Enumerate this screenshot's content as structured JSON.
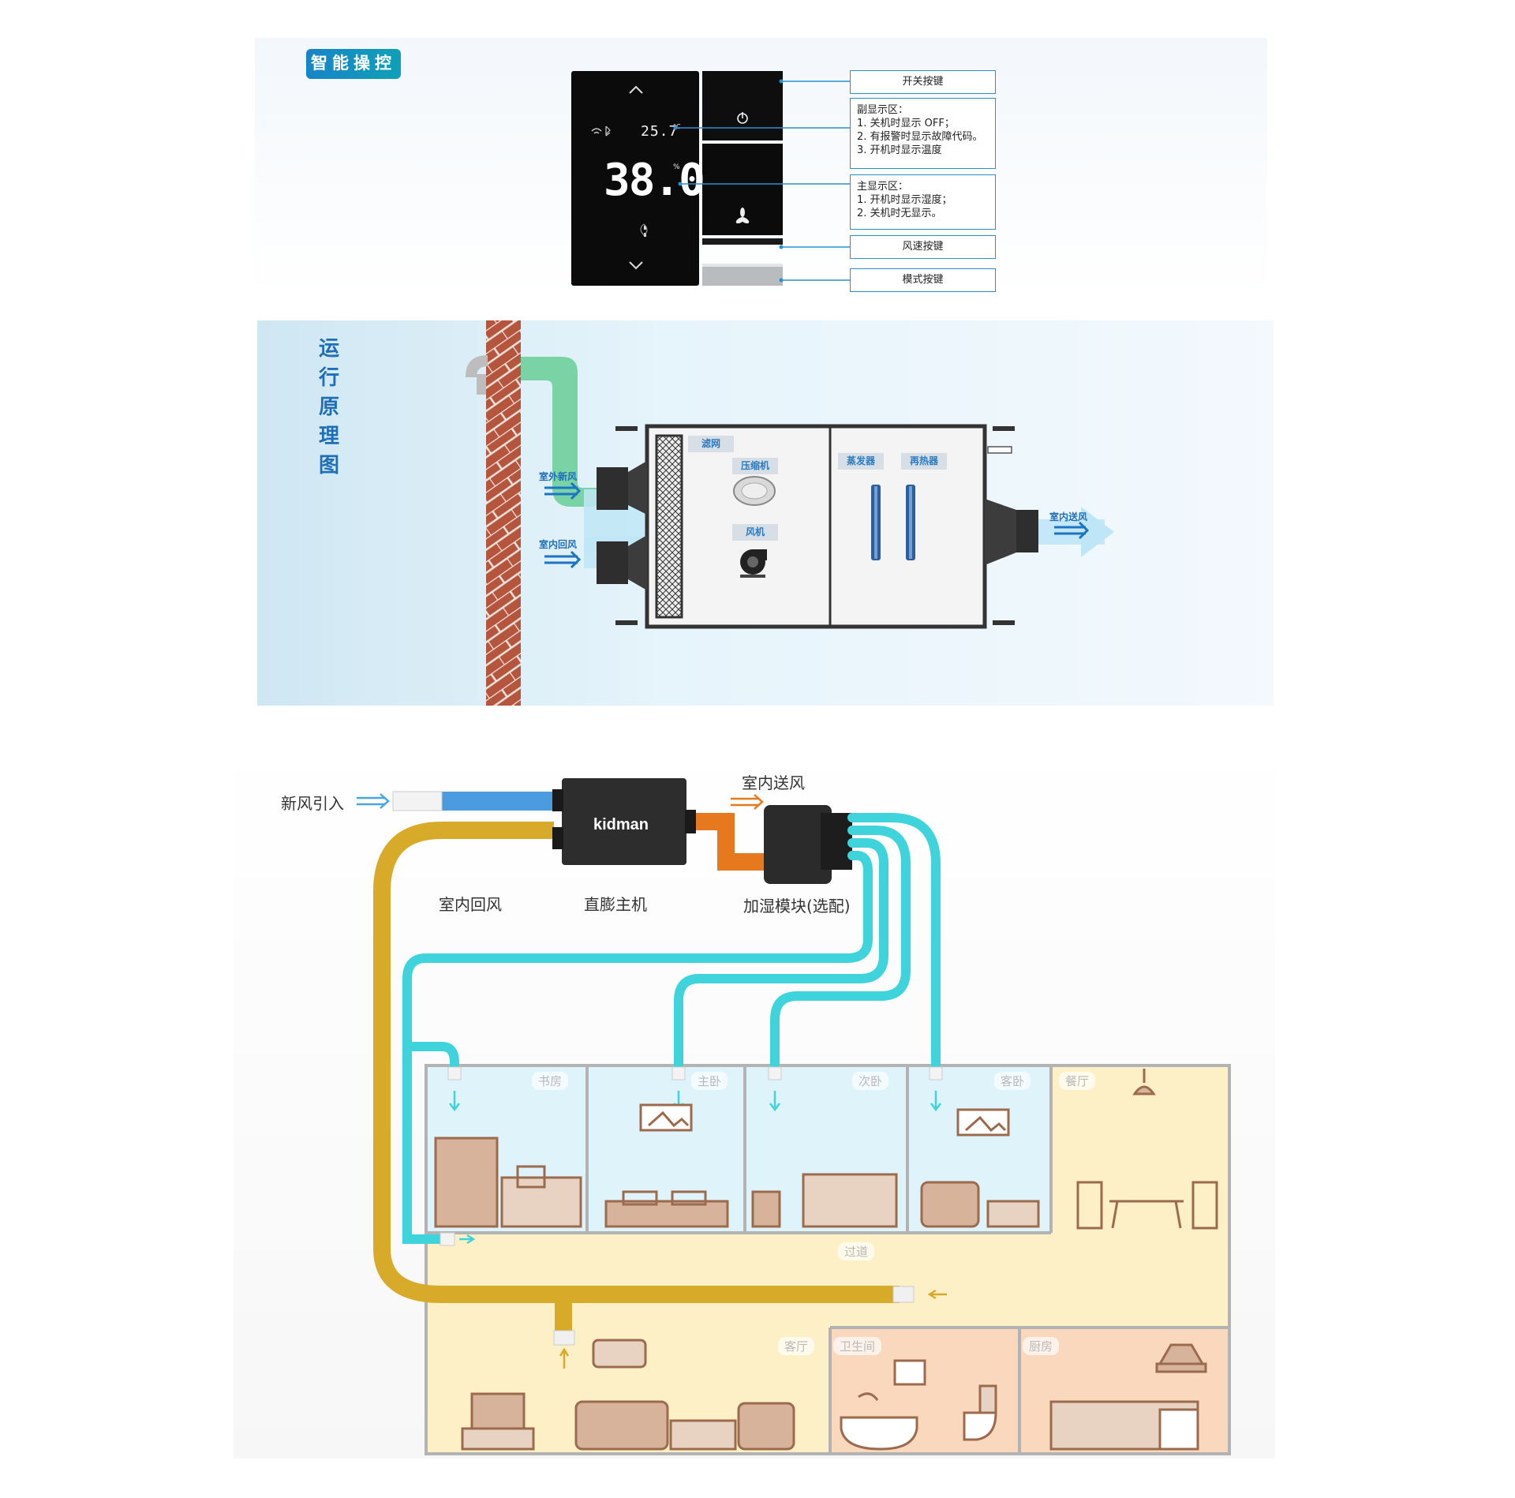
{
  "section1": {
    "badge": "智能操控",
    "display": {
      "sub_value": "25.7",
      "sub_unit": "°C",
      "main_value": "38.0",
      "main_unit": "%"
    },
    "callouts": {
      "power": "开关按键",
      "sub_title": "副显示区：",
      "sub_lines": [
        "1. 关机时显示 OFF；",
        "2. 有报警时显示故障代码。",
        "3. 开机时显示温度"
      ],
      "main_title": "主显示区：",
      "main_lines": [
        "1. 开机时显示湿度；",
        "2. 关机时无显示。"
      ],
      "fan": "风速按键",
      "mode": "模式按键"
    }
  },
  "section2": {
    "title_chars": [
      "运",
      "行",
      "原",
      "理",
      "图"
    ],
    "labels": {
      "outdoor_air": "室外新风",
      "return_air": "室内回风",
      "supply_air": "室内送风",
      "filter": "滤网",
      "compressor": "压缩机",
      "fan": "风机",
      "evaporator": "蒸发器",
      "reheater": "再热器"
    }
  },
  "section3": {
    "labels": {
      "fresh_in": "新风引入",
      "indoor_supply": "室内送风",
      "indoor_return": "室内回风",
      "main_unit": "直膨主机",
      "humidifier": "加湿模块(选配)",
      "brand": "kidman"
    },
    "rooms": {
      "study": "书房",
      "master": "主卧",
      "second": "次卧",
      "guest": "客卧",
      "dining": "餐厅",
      "corridor": "过道",
      "living": "客厅",
      "bathroom": "卫生间",
      "kitchen": "厨房"
    }
  },
  "colors": {
    "accent_blue": "#2a8fd0",
    "title_blue": "#1e6fb8",
    "duct_cyan": "#3fd3dc",
    "duct_yellow": "#d8aa2a",
    "duct_orange": "#e6781e",
    "duct_blue": "#4a9be0",
    "room_blue": "#dff3fb",
    "room_yellow": "#fdf0c6",
    "room_peach": "#f9d8be",
    "furniture": "#9c6b4e"
  }
}
